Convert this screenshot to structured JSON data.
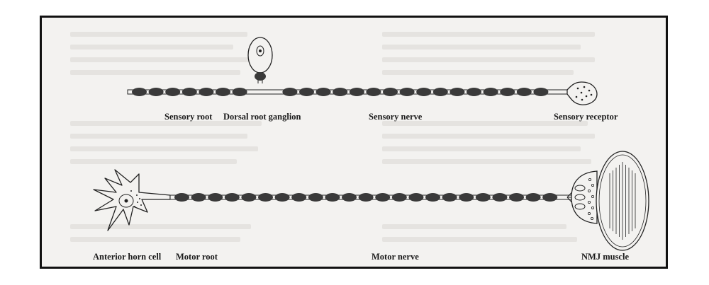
{
  "labels": {
    "sensory_root": "Sensory root",
    "dorsal_root_ganglion": "Dorsal root ganglion",
    "sensory_nerve": "Sensory nerve",
    "sensory_receptor": "Sensory receptor",
    "anterior_horn_cell": "Anterior horn cell",
    "motor_root": "Motor root",
    "motor_nerve": "Motor nerve",
    "nmj_muscle": "NMJ muscle"
  },
  "colors": {
    "myelin": "#3a3a3a",
    "outline": "#222222",
    "background": "#f3f2f0",
    "frame": "#111111"
  },
  "icons": {
    "ganglion": "dorsal-root-ganglion-cell",
    "receptor": "sensory-receptor-bulb",
    "neuron": "anterior-horn-cell-neuron",
    "junction": "neuromuscular-junction",
    "muscle": "muscle-fiber"
  }
}
